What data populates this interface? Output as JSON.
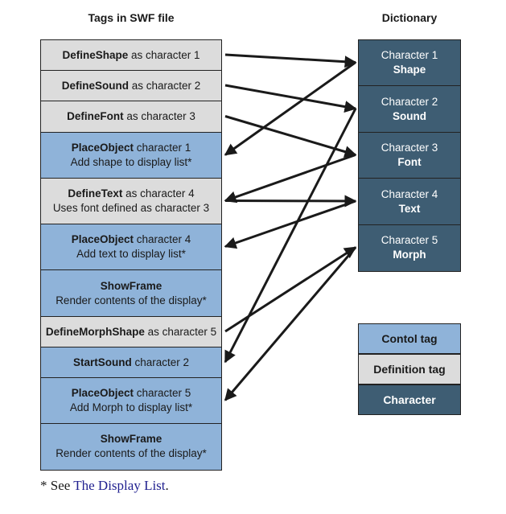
{
  "titles": {
    "tags": "Tags in SWF file",
    "dictionary": "Dictionary"
  },
  "tags": [
    {
      "kind": "definition",
      "bold": "DefineShape",
      "rest": " as character 1",
      "line2": ""
    },
    {
      "kind": "definition",
      "bold": "DefineSound",
      "rest": " as character 2",
      "line2": ""
    },
    {
      "kind": "definition",
      "bold": "DefineFont",
      "rest": " as character 3",
      "line2": ""
    },
    {
      "kind": "control",
      "bold": "PlaceObject",
      "rest": " character 1",
      "line2": "Add shape to display list*"
    },
    {
      "kind": "definition",
      "bold": "DefineText",
      "rest": " as character 4",
      "line2": "Uses font defined as character 3"
    },
    {
      "kind": "control",
      "bold": "PlaceObject",
      "rest": " character 4",
      "line2": "Add text to display list*"
    },
    {
      "kind": "control",
      "bold": "ShowFrame",
      "rest": "",
      "line2": "Render contents of the display*"
    },
    {
      "kind": "definition",
      "bold": "DefineMorphShape",
      "rest": " as character 5",
      "line2": ""
    },
    {
      "kind": "control",
      "bold": "StartSound",
      "rest": " character 2",
      "line2": ""
    },
    {
      "kind": "control",
      "bold": "PlaceObject",
      "rest": " character 5",
      "line2": "Add Morph to display list*"
    },
    {
      "kind": "control",
      "bold": "ShowFrame",
      "rest": "",
      "line2": "Render contents of the display*"
    }
  ],
  "characters": [
    {
      "line1": "Character 1",
      "line2": "Shape"
    },
    {
      "line1": "Character 2",
      "line2": "Sound"
    },
    {
      "line1": "Character 3",
      "line2": "Font"
    },
    {
      "line1": "Character 4",
      "line2": "Text"
    },
    {
      "line1": "Character 5",
      "line2": "Morph"
    }
  ],
  "legend": {
    "control": "Contol tag",
    "definition": "Definition tag",
    "character": "Character"
  },
  "footnote": {
    "prefix": "* See ",
    "link": "The Display List",
    "suffix": "."
  },
  "links": [
    {
      "from_tag": 0,
      "to_char": 0,
      "direction": "tag-to-char"
    },
    {
      "from_tag": 1,
      "to_char": 1,
      "direction": "tag-to-char"
    },
    {
      "from_tag": 2,
      "to_char": 2,
      "direction": "tag-to-char"
    },
    {
      "from_tag": 3,
      "to_char": 0,
      "direction": "char-to-tag"
    },
    {
      "from_tag": 4,
      "to_char": 2,
      "direction": "char-to-tag"
    },
    {
      "from_tag": 4,
      "to_char": 3,
      "direction": "tag-to-char"
    },
    {
      "from_tag": 5,
      "to_char": 3,
      "direction": "char-to-tag"
    },
    {
      "from_tag": 7,
      "to_char": 4,
      "direction": "tag-to-char"
    },
    {
      "from_tag": 8,
      "to_char": 1,
      "direction": "char-to-tag"
    },
    {
      "from_tag": 9,
      "to_char": 4,
      "direction": "char-to-tag"
    }
  ],
  "colors": {
    "control": "#8fb3d9",
    "definition": "#dcdcdc",
    "character": "#3e5d73",
    "arrow": "#1a1a1a"
  }
}
